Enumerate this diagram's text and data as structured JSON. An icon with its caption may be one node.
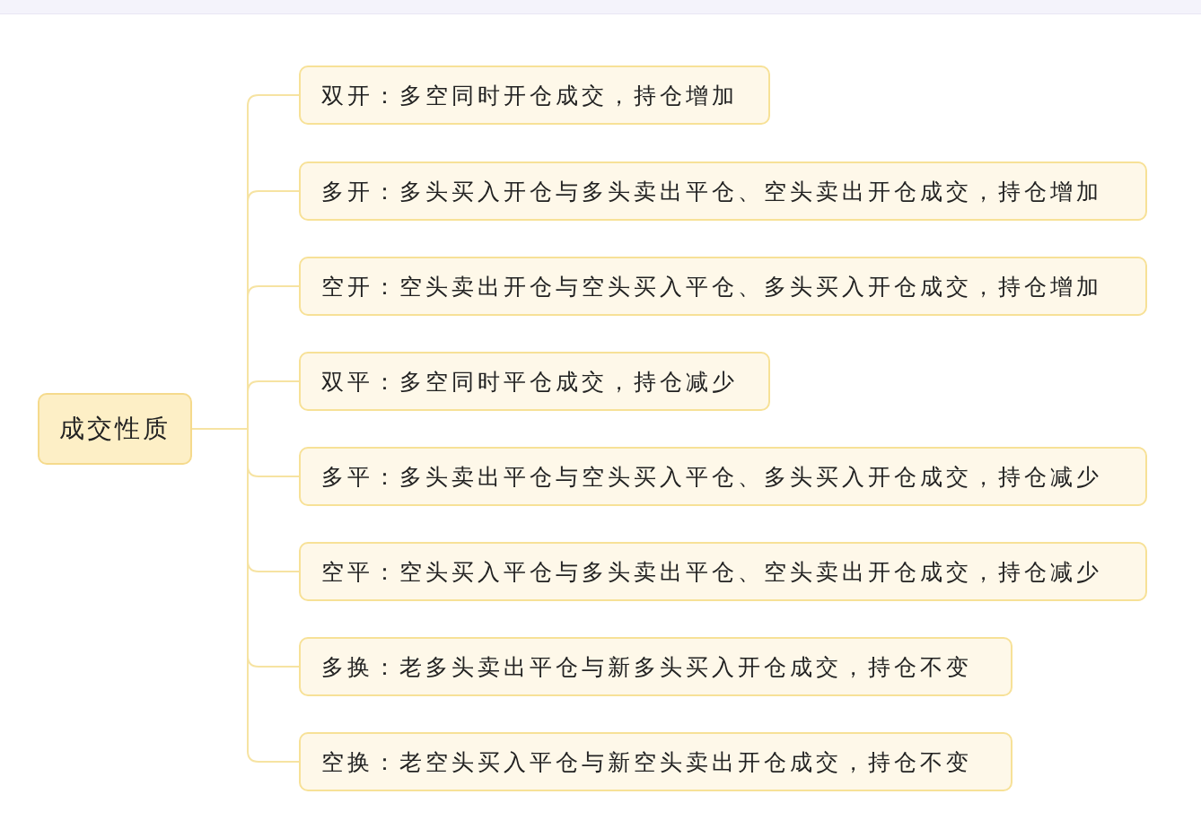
{
  "diagram": {
    "nodes": [
      {
        "text": [
          "成交性质"
        ]
      },
      {
        "text": [
          "双开：多空同时开仓成交，持仓增加"
        ]
      },
      {
        "text": [
          "多开：多头买入开仓与多头卖出平仓、空头卖出开仓成交，持仓增加"
        ]
      },
      {
        "text": [
          "空开：空头卖出开仓与空头买入平仓、多头买入开仓成交，持仓增加"
        ]
      },
      {
        "text": [
          "双平：多空同时平仓成交，持仓减少"
        ]
      },
      {
        "text": [
          "多平：多头卖出平仓与空头买入平仓、多头买入开仓成交，持仓减少"
        ]
      },
      {
        "text": [
          "空平：空头买入平仓与多头卖出平仓、空头卖出开仓成交，持仓减少"
        ]
      },
      {
        "text": [
          "多换：老多头卖出平仓与新多头买入开仓成交，持仓不变"
        ]
      },
      {
        "text": [
          "空换：老空头买入平仓与新空头卖出开仓成交，持仓不变"
        ]
      }
    ],
    "edges": [
      {
        "from": 0,
        "to": 1,
        "arrow": "none"
      },
      {
        "from": 0,
        "to": 2,
        "arrow": "none"
      },
      {
        "from": 0,
        "to": 3,
        "arrow": "none"
      },
      {
        "from": 0,
        "to": 4,
        "arrow": "none"
      },
      {
        "from": 0,
        "to": 5,
        "arrow": "none"
      },
      {
        "from": 0,
        "to": 6,
        "arrow": "none"
      },
      {
        "from": 0,
        "to": 7,
        "arrow": "none"
      },
      {
        "from": 0,
        "to": 8,
        "arrow": "none"
      }
    ]
  }
}
